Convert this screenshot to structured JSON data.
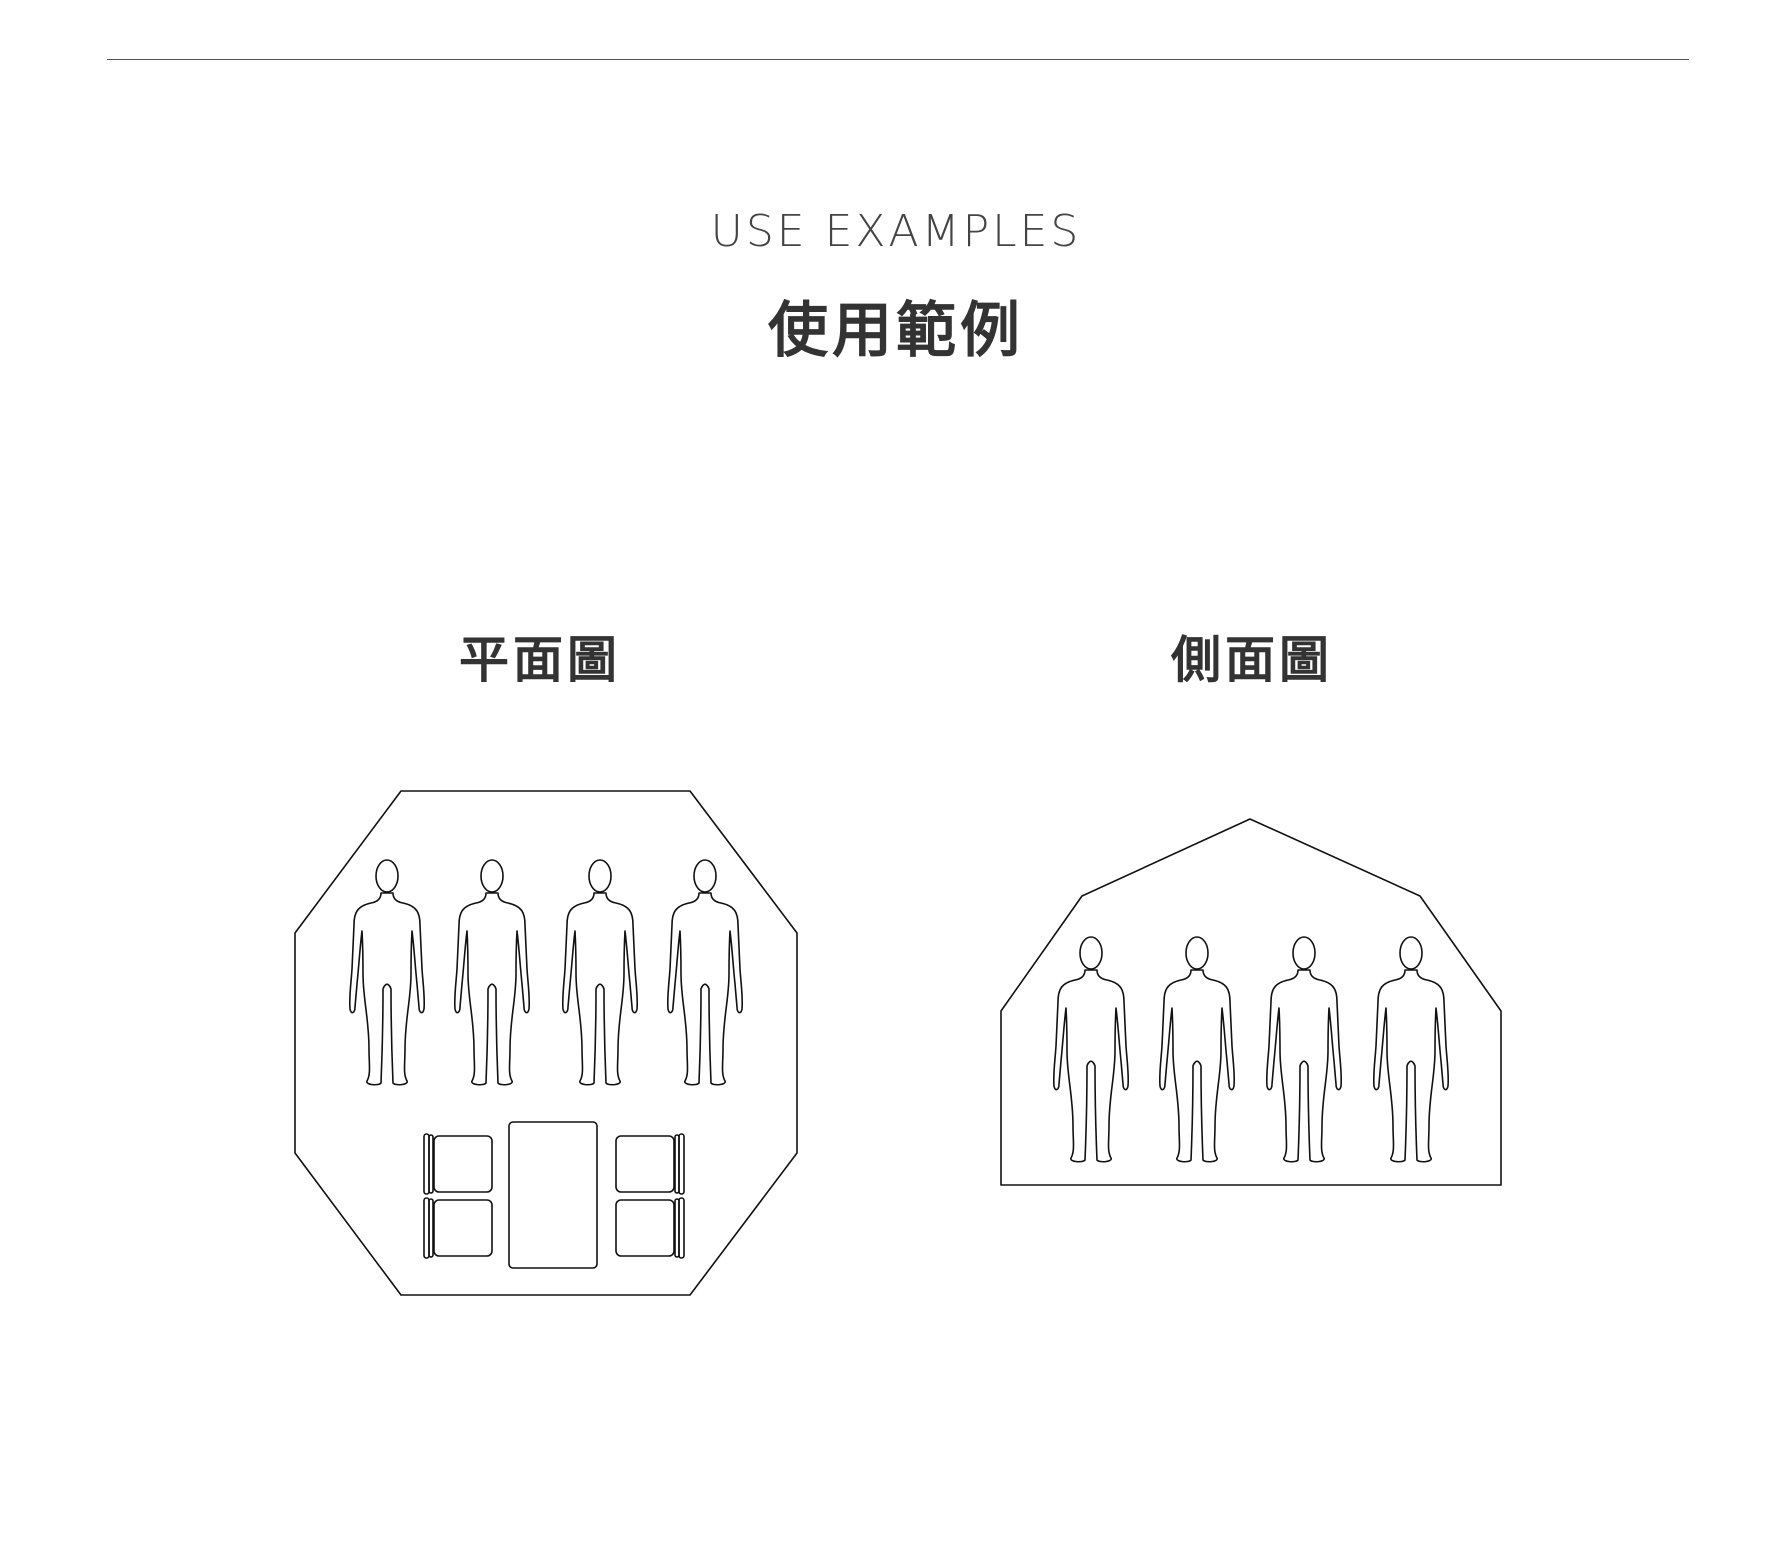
{
  "section": {
    "eyebrow": "USE EXAMPLES",
    "title": "使用範例"
  },
  "views": [
    {
      "label": "平面圖",
      "people_count": 4,
      "chairs_count": 4,
      "tables_count": 1
    },
    {
      "label": "側面圖",
      "people_count": 4
    }
  ]
}
